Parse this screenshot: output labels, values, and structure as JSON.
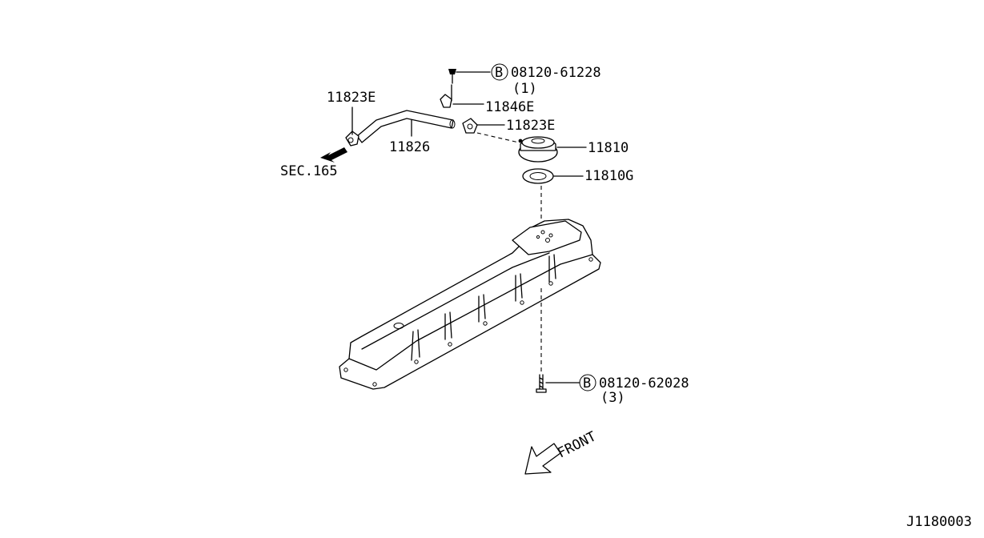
{
  "parts": {
    "bolt_top": {
      "symbol": "B",
      "part_no": "08120-61228",
      "qty": "(1)"
    },
    "clip": {
      "part_no": "11846E"
    },
    "clamp_left": {
      "part_no": "11823E"
    },
    "clamp_right": {
      "part_no": "11823E"
    },
    "hose": {
      "part_no": "11826"
    },
    "separator": {
      "part_no": "11810"
    },
    "gasket": {
      "part_no": "11810G"
    },
    "bolt_bottom": {
      "symbol": "B",
      "part_no": "08120-62028",
      "qty": "(3)"
    }
  },
  "section_ref": "SEC.165",
  "front_label": "FRONT",
  "diagram_code": "J1180003"
}
